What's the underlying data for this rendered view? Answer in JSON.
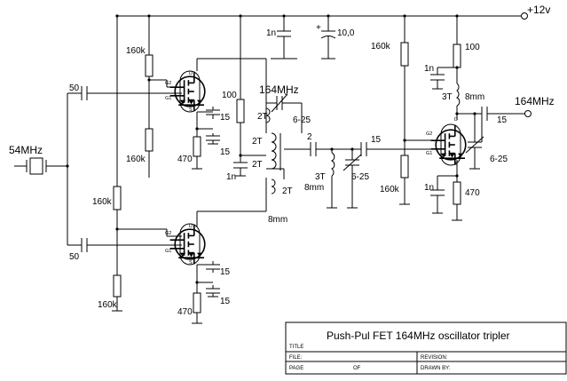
{
  "supply": "+12v",
  "input_freq": "54MHz",
  "output_freq": "164MHz",
  "tank_freq": "164MHz",
  "cap_1n": "1n",
  "cap_10": "10,0",
  "cap_plus": "+",
  "res_160k": "160k",
  "res_100": "100",
  "res_470": "470",
  "cap_50": "50",
  "cap_15": "15",
  "cap_2": "2",
  "trimmer_6_25": "6-25",
  "coil_2t": "2T",
  "coil_3t": "3T",
  "coil_8mm": "8mm",
  "pin_d": "D",
  "pin_s": "S",
  "pin_g1": "G1",
  "pin_g2": "G2",
  "title_block": {
    "title_label": "TITLE",
    "title": "Push-Pul FET 164MHz oscillator tripler",
    "file_label": "FILE:",
    "revision_label": "REVISION:",
    "page_label": "PAGE",
    "of_label": "OF",
    "drawn_by_label": "DRAWN BY:"
  }
}
